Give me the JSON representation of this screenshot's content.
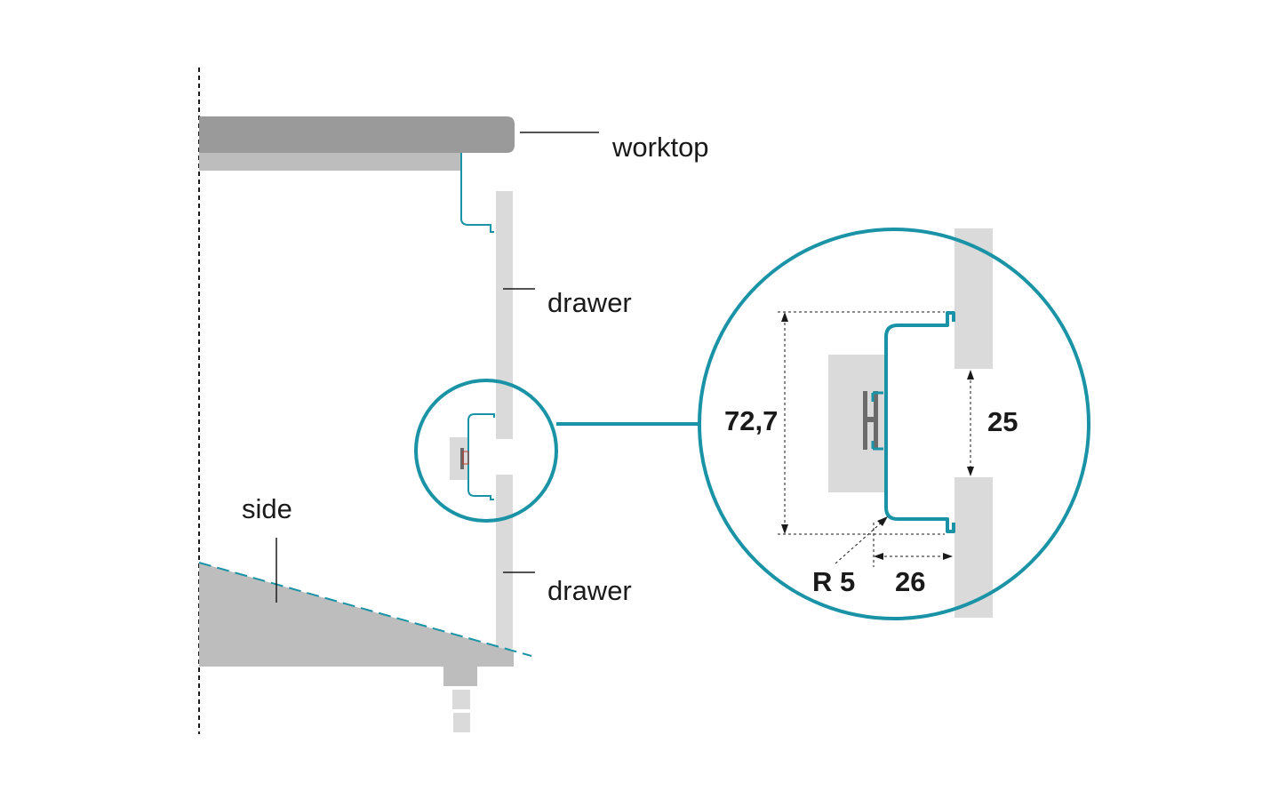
{
  "labels": {
    "worktop": "worktop",
    "drawer_top": "drawer",
    "drawer_bottom": "drawer",
    "side": "side"
  },
  "dimensions": {
    "height": "72,7",
    "gap": "25",
    "radius": "R 5",
    "depth": "26"
  },
  "colors": {
    "accent": "#1a93a6",
    "dark_grey": "#9a9a9a",
    "mid_grey": "#bdbdbd",
    "light_grey": "#dadada",
    "line": "#1a1a1a"
  }
}
